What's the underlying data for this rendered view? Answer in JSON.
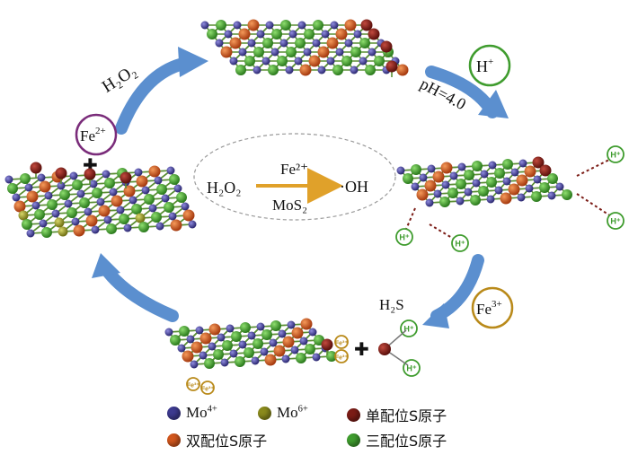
{
  "colors": {
    "mo4": "#3d3a8f",
    "mo6": "#8a8a1c",
    "s_single": "#7b1c16",
    "s_double": "#d0561d",
    "s_triple": "#3f9c2e",
    "bond": "#5a8f33",
    "arrow": "#5b8fcf",
    "center_arrow": "#e0a12a",
    "badge_green": "#3f9c2e",
    "badge_purple": "#7a2c7a",
    "badge_gold": "#b98a1a"
  },
  "labels": {
    "h2o2_top": "H₂O₂",
    "ph": "pH=4.0",
    "h2s": "H₂S",
    "plus": "✚"
  },
  "badges": {
    "h_plus": {
      "base": "H",
      "sup": "+"
    },
    "fe2": {
      "base": "Fe",
      "sup": "2+"
    },
    "fe3": {
      "base": "Fe",
      "sup": "3+"
    }
  },
  "center": {
    "reactant": "H₂O₂",
    "catalyst_top": "Fe²⁺",
    "catalyst_bottom": "MoS₂",
    "product": "·OH"
  },
  "small_tags": {
    "h": "H⁺",
    "fe": "Fe³⁺"
  },
  "legend": [
    {
      "key": "mo4",
      "base": "Mo",
      "sup": "4+"
    },
    {
      "key": "mo6",
      "base": "Mo",
      "sup": "6+"
    },
    {
      "key": "s_single",
      "text": "单配位S原子"
    },
    {
      "key": "s_double",
      "text": "双配位S原子"
    },
    {
      "key": "s_triple",
      "text": "三配位S原子"
    }
  ]
}
